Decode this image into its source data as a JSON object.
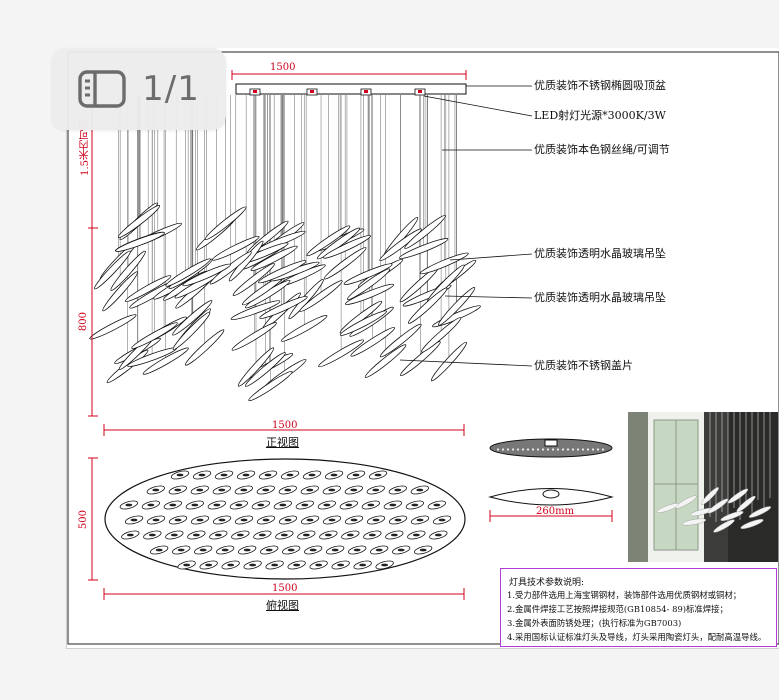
{
  "viewer": {
    "page_indicator": "1/1",
    "icon": "sidebar-panel-icon"
  },
  "drawing": {
    "front_view": {
      "title": "正视图",
      "width_top": "1500",
      "width_bottom": "1500",
      "height_body": "800",
      "height_rope": "1.5米内可调"
    },
    "top_view": {
      "title": "俯视图",
      "width": "1500",
      "depth": "500"
    },
    "detail": {
      "pendant_width": "260mm"
    },
    "callouts": [
      "优质装饰不锈钢椭圆吸顶盆",
      "LED射灯光源*3000K/3W",
      "优质装饰本色钢丝绳/可调节",
      "优质装饰透明水晶玻璃吊坠",
      "优质装饰透明水晶玻璃吊坠",
      "优质装饰不锈钢盖片"
    ],
    "specs": {
      "title": "灯具技术参数说明:",
      "lines": [
        "1.受力部件选用上海宝钢钢材，装饰部件选用优质钢材或铜材；",
        "2.金属件焊接工艺按照焊接规范(GB10854- 89)标准焊接；",
        "3.金属外表面防锈处理；(执行标准为GB7003)",
        "4.采用国标认证标准灯头及导线，灯头采用陶瓷灯头，配耐高温导线。"
      ]
    }
  },
  "colors": {
    "dimension": "#d0021b",
    "spec_border": "#b23ad6",
    "line": "#111111"
  }
}
